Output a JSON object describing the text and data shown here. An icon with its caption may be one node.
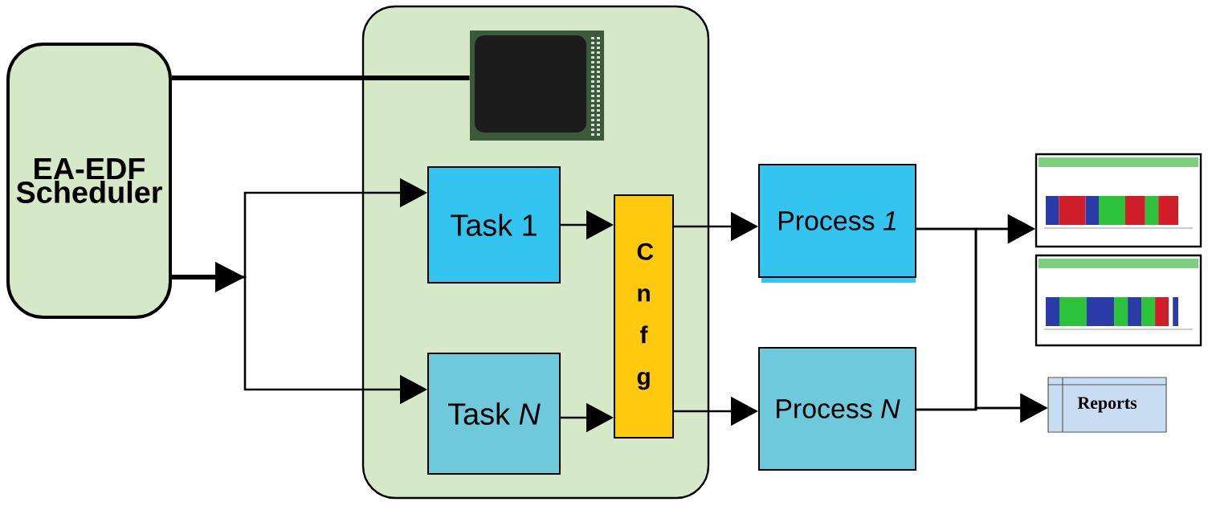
{
  "diagram": {
    "nodes": [
      {
        "text": [
          "EA-EDF",
          "Scheduler"
        ]
      },
      {
        "text": [],
        "shape": "box"
      },
      {
        "text": [],
        "shape": "picture",
        "in": 1
      },
      {
        "text": [
          "Task 1"
        ],
        "in": 1
      },
      {
        "text": [
          "Task *N*"
        ],
        "in": 1
      },
      {
        "text": [
          "C n f g"
        ],
        "in": 1
      },
      {
        "text": [
          "Process *1*"
        ]
      },
      {
        "text": [
          "Process *N*"
        ]
      },
      {
        "text": [],
        "shape": "picture"
      },
      {
        "text": [],
        "shape": "picture"
      },
      {
        "text": [
          "Reports"
        ]
      }
    ],
    "edges": [
      {
        "from": 0,
        "to": 2,
        "arrow": "none",
        "style": "thick"
      },
      {
        "from": 0,
        "to": 3,
        "arrow": "to"
      },
      {
        "from": 0,
        "to": 4,
        "arrow": "to"
      },
      {
        "from": 3,
        "to": 5,
        "arrow": "to"
      },
      {
        "from": 4,
        "to": 5,
        "arrow": "to"
      },
      {
        "from": 5,
        "to": 6,
        "arrow": "to"
      },
      {
        "from": 5,
        "to": 7,
        "arrow": "to"
      },
      {
        "from": 6,
        "to": 8,
        "arrow": "to"
      },
      {
        "from": 6,
        "to": 10,
        "arrow": "to"
      },
      {
        "from": 7,
        "to": 8,
        "arrow": "to"
      },
      {
        "from": 7,
        "to": 10,
        "arrow": "to"
      }
    ]
  }
}
